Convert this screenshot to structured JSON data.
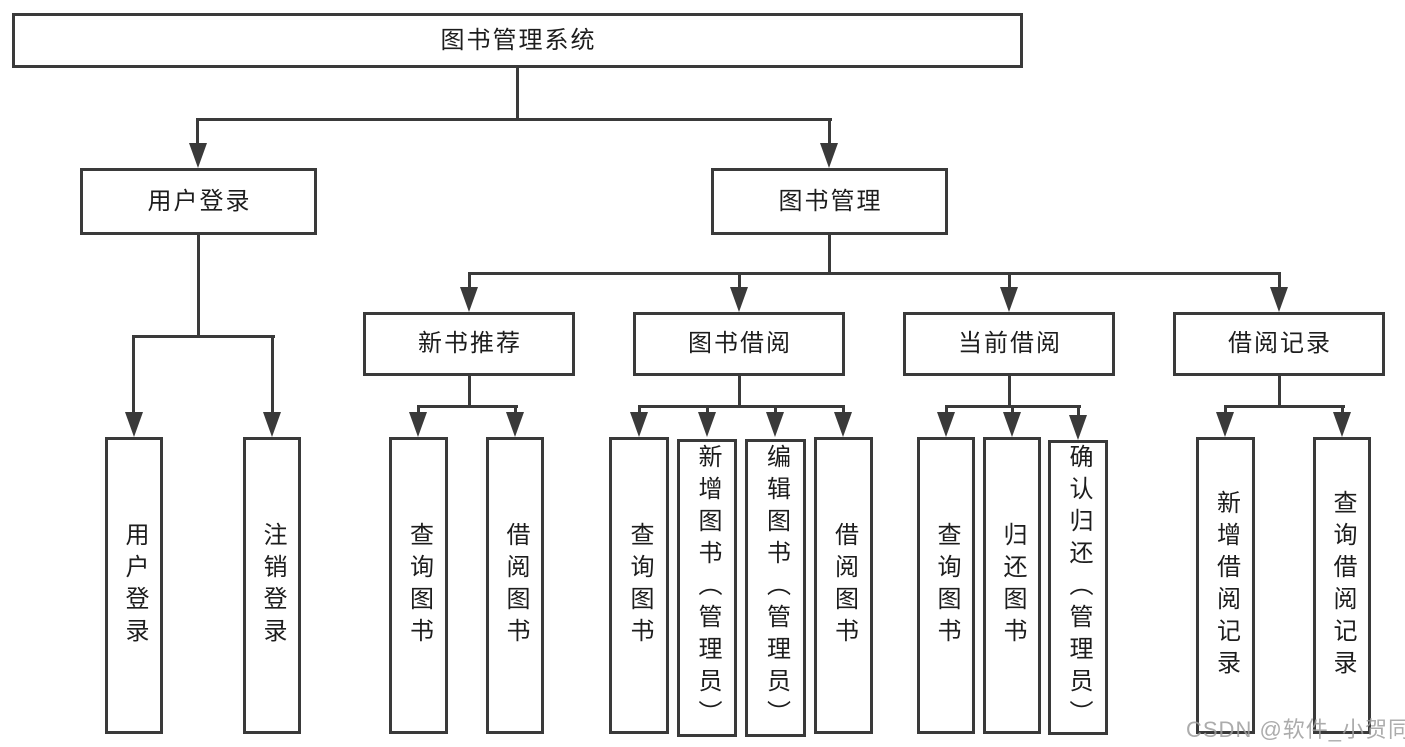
{
  "diagram_title": "图书管理系统",
  "tree": {
    "label": "图书管理系统",
    "children": [
      {
        "label": "用户登录",
        "children": [
          {
            "label": "用户登录"
          },
          {
            "label": "注销登录"
          }
        ]
      },
      {
        "label": "图书管理",
        "children": [
          {
            "label": "新书推荐",
            "children": [
              {
                "label": "查询图书"
              },
              {
                "label": "借阅图书"
              }
            ]
          },
          {
            "label": "图书借阅",
            "children": [
              {
                "label": "查询图书"
              },
              {
                "label": "新增图书（管理员）"
              },
              {
                "label": "编辑图书（管理员）"
              },
              {
                "label": "借阅图书"
              }
            ]
          },
          {
            "label": "当前借阅",
            "children": [
              {
                "label": "查询图书"
              },
              {
                "label": "归还图书"
              },
              {
                "label": "确认归还（管理员）"
              }
            ]
          },
          {
            "label": "借阅记录",
            "children": [
              {
                "label": "新增借阅记录"
              },
              {
                "label": "查询借阅记录"
              }
            ]
          }
        ]
      }
    ]
  },
  "watermark": {
    "text": "CSDN @软件_小贺同学"
  },
  "colors": {
    "line": "#3a3a3a",
    "ink": "#1d1d1d",
    "watermark": "#9e9e9e",
    "bg": "#ffffff"
  }
}
